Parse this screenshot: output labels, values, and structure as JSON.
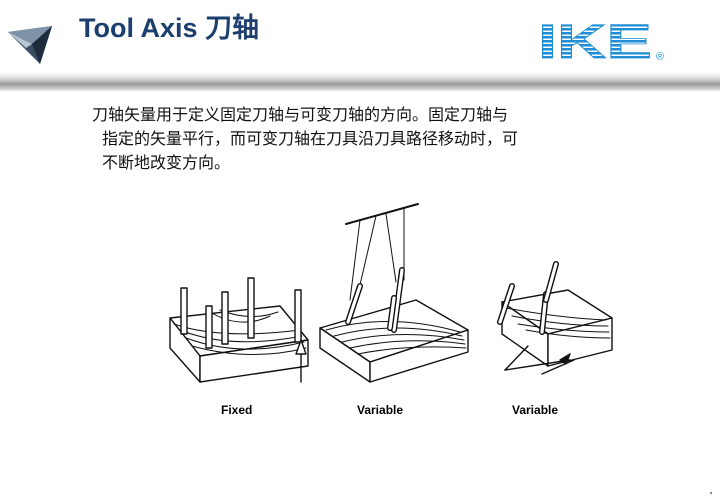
{
  "header": {
    "title": "Tool Axis 刀轴",
    "brand_text": "IKE",
    "brand_mark": "®"
  },
  "body": {
    "line1": "刀轴矢量用于定义固定刀轴与可变刀轴的方向。固定刀轴与",
    "line2": "指定的矢量平行，而可变刀轴在刀具沿刀具路径移动时，可",
    "line3": "不断地改变方向。"
  },
  "figure": {
    "captions": [
      "Fixed",
      "Variable",
      "Variable"
    ]
  },
  "colors": {
    "title": "#1d3f6e",
    "brand": "#1f8ed6"
  }
}
